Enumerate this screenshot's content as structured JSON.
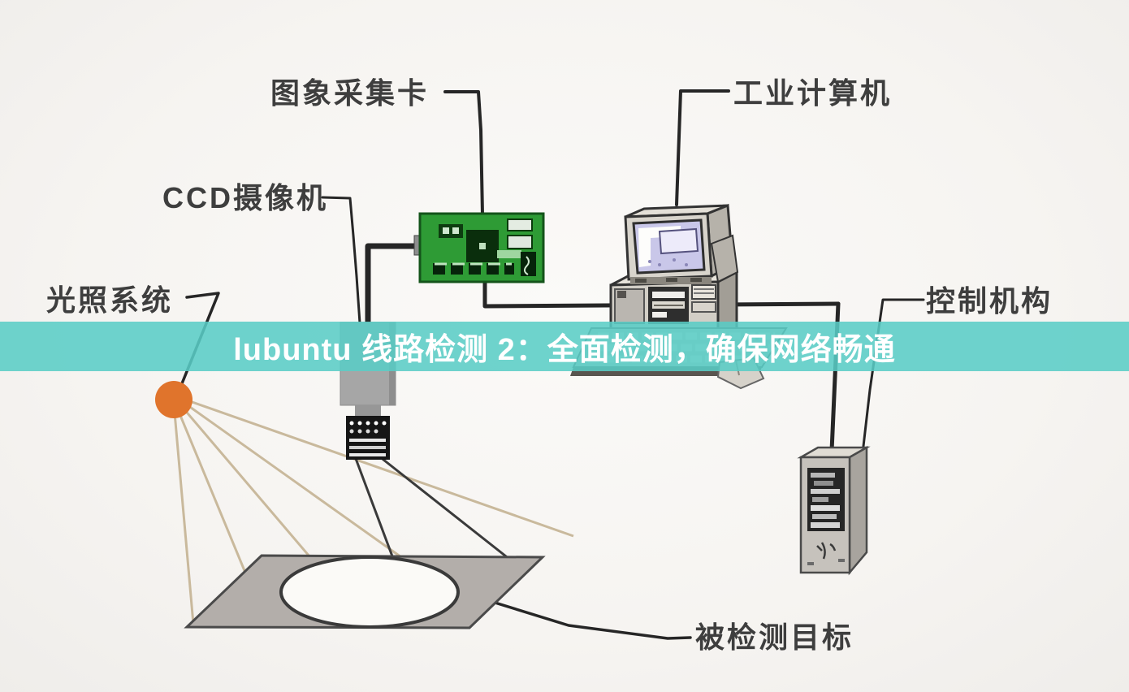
{
  "banner": {
    "title": "lubuntu 线路检测 2：全面检测，确保网络畅通",
    "background_color": "#58cdc6",
    "text_color": "#ffffff"
  },
  "diagram": {
    "labels": {
      "capture_card": "图象采集卡",
      "industrial_computer": "工业计算机",
      "ccd_camera": "CCD摄像机",
      "lighting_system": "光照系统",
      "control_mechanism": "控制机构",
      "detected_target": "被检测目标"
    },
    "colors": {
      "background": "#f7f5f2",
      "pcb_green": "#2e9b35",
      "sun_orange": "#e0742c",
      "connector_line": "#262626",
      "platform_gray": "#b3aeaa",
      "screen_lavender": "#c9c7e9",
      "metal_gray": "#cfccc4"
    }
  }
}
